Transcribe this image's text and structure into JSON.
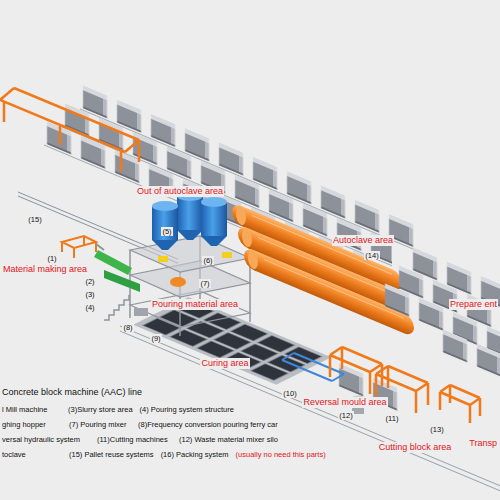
{
  "diagram": {
    "title": "Concrete block machine (AAC) line",
    "labels": [
      "Out of autoclave area",
      "Material making area",
      "Autoclave area",
      "Pouring material area",
      "Prepare ent",
      "Curing area",
      "Reversal mould area",
      "Cutting block area",
      "Transp",
      "(15)",
      "(1)",
      "(5)",
      "(2)",
      "(6)",
      "(14)",
      "(3)",
      "(7)",
      "(4)",
      "(8)",
      "(9)",
      "(10)",
      "(12)",
      "(11)",
      "(13)",
      "l Mill machine",
      "(3)Slurry store area",
      "(4) Pouring system structure",
      "ghing hopper",
      "(7) Pouring mixer",
      "(8)Frequency conversion pouring ferry car",
      "versal hydraulic system",
      "(11)Cutting machines",
      "(12) Waste material mixer silo",
      "toclave",
      "(15) Pallet reuse systems",
      "(16) Packing system",
      "(usually no need this parts)"
    ]
  }
}
